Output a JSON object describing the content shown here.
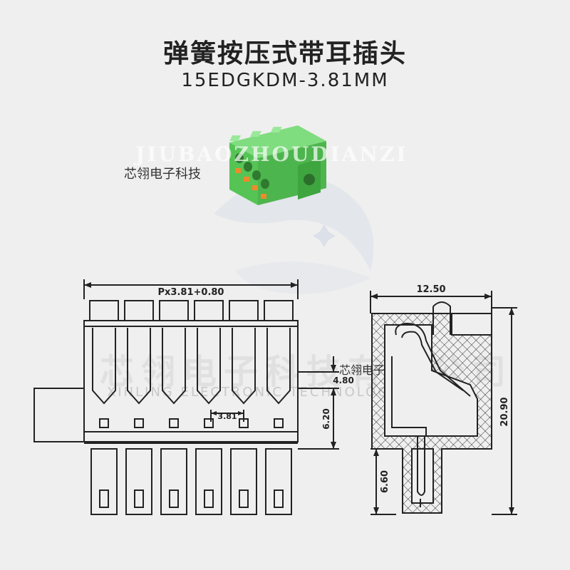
{
  "header": {
    "title": "弹簧按压式带耳插头",
    "model": "15EDGKDM-3.81MM"
  },
  "watermarks": {
    "latin": "JIUBAOZHOUDIANZI",
    "brand_top": "芯翎电子科技",
    "brand_mid": "芯翎电子科技",
    "brand_large": "芯翎电子科技有限公司",
    "brand_sub": "XINLING ELECTRONIC TECHNOLOGY CO., LTD."
  },
  "front_view": {
    "pitch_label": "Px3.81+0.80",
    "pin_pitch": "3.81",
    "dim_ear": "4.80",
    "dim_height": "6.20",
    "positions": 6
  },
  "side_view": {
    "width_label": "12.50",
    "height_label": "20.90",
    "pin_label": "6.60"
  },
  "colors": {
    "background": "#efefef",
    "line": "#222222",
    "connector_green": "#5fcf5f",
    "button_orange": "#f08a2a"
  }
}
